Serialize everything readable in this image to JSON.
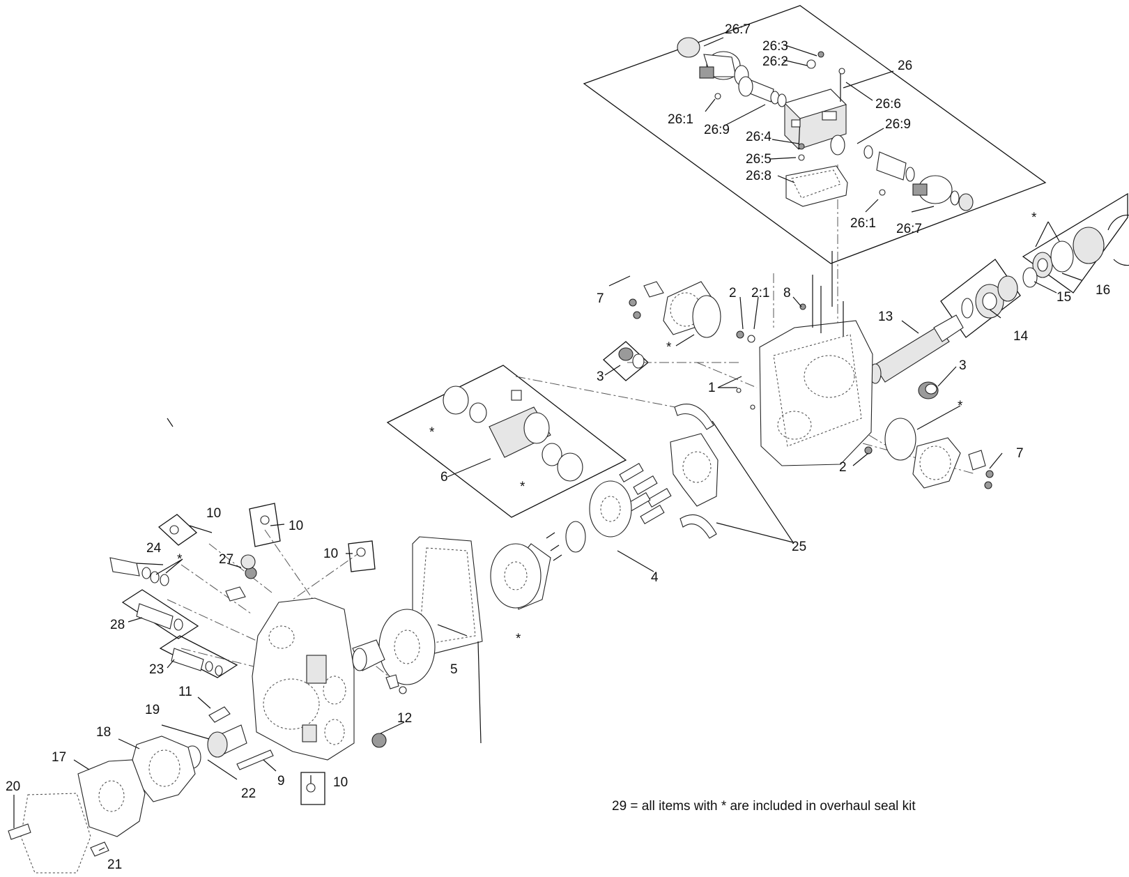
{
  "callouts": {
    "c26_7a": "26:7",
    "c26_3": "26:3",
    "c26_2": "26:2",
    "c26": "26",
    "c26_6": "26:6",
    "c26_1a": "26:1",
    "c26_9a": "26:9",
    "c26_4": "26:4",
    "c26_9b": "26:9",
    "c26_5": "26:5",
    "c26_8": "26:8",
    "c26_1b": "26:1",
    "c26_7b": "26:7",
    "c7a": "7",
    "c2a": "2",
    "c2_1": "2:1",
    "c8": "8",
    "c13": "13",
    "c16": "16",
    "c15": "15",
    "c14": "14",
    "c3a": "3",
    "c1": "1",
    "c3b": "3",
    "c2b": "2",
    "c7b": "7",
    "c6": "6",
    "c25": "25",
    "c4": "4",
    "c5": "5",
    "c12": "12",
    "c9": "9",
    "c10a": "10",
    "c10b": "10",
    "c10c": "10",
    "c10d": "10",
    "c24": "24",
    "c27": "27",
    "c28": "28",
    "c23": "23",
    "c11": "11",
    "c19": "19",
    "c18": "18",
    "c17": "17",
    "c20": "20",
    "c21": "21",
    "c22": "22"
  },
  "seal_marks": {
    "s16": "*",
    "s_ring_upper": "*",
    "s3_right": "*",
    "s6_top": "*",
    "s6_bottom": "*",
    "s_gasket": "*",
    "s24": "*"
  },
  "note": "29 = all items with * are included in overhaul seal kit"
}
